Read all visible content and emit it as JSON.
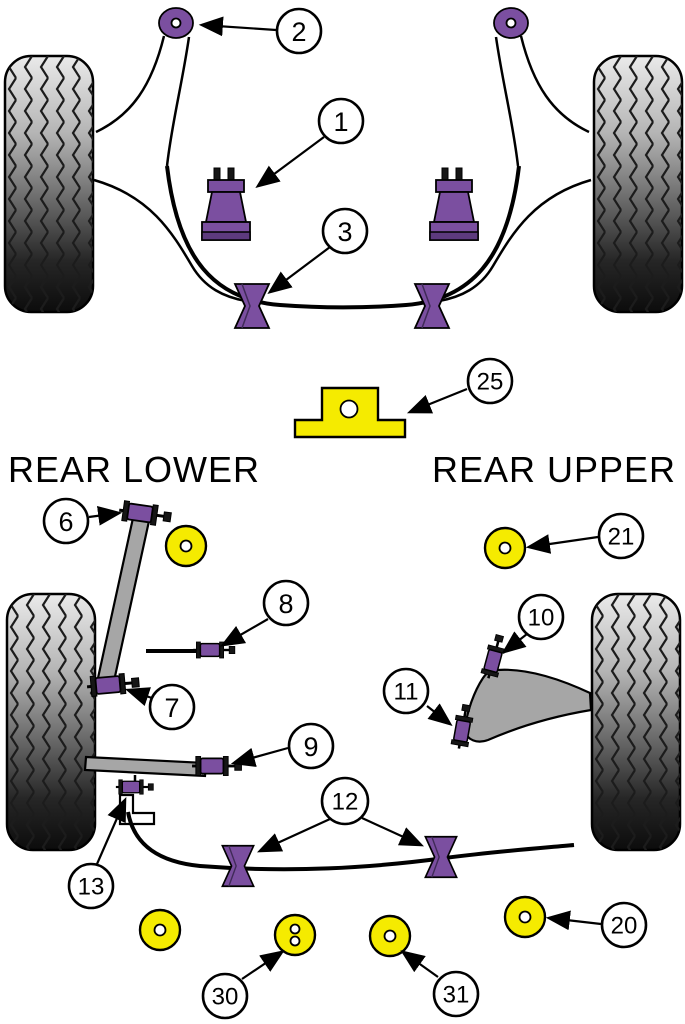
{
  "labels": {
    "rear_lower": "REAR LOWER",
    "rear_upper": "REAR UPPER"
  },
  "callouts": {
    "c1": "1",
    "c2": "2",
    "c3": "3",
    "c6": "6",
    "c7": "7",
    "c8": "8",
    "c9": "9",
    "c10": "10",
    "c11": "11",
    "c12": "12",
    "c13": "13",
    "c20": "20",
    "c21": "21",
    "c25": "25",
    "c30": "30",
    "c31": "31"
  },
  "colors": {
    "bushing_purple": "#7b4fa0",
    "part_yellow": "#f5eb00",
    "arm_gray": "#a6a6a6",
    "line_black": "#000000",
    "background": "#ffffff"
  }
}
